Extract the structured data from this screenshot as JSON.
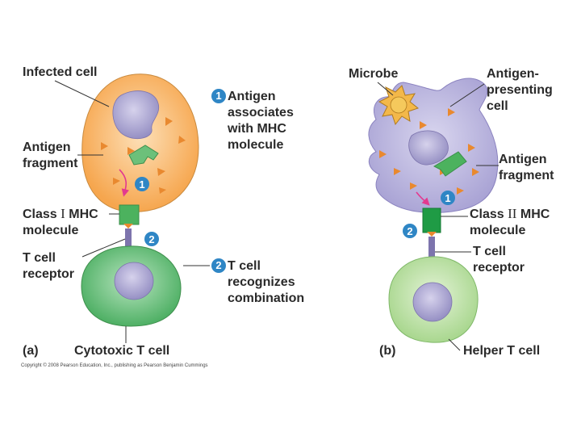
{
  "panel_a": {
    "letter": "(a)",
    "infected_cell": "Infected cell",
    "antigen_fragment": [
      "Antigen",
      "fragment"
    ],
    "class_mhc": {
      "prefix": "Class ",
      "roman": "I",
      "suffix": " MHC"
    },
    "molecule": "molecule",
    "t_cell_receptor": [
      "T cell",
      "receptor"
    ],
    "cytotoxic": "Cytotoxic T cell",
    "marker_1": "1",
    "marker_2": "2"
  },
  "steps": {
    "step1": {
      "number": "1",
      "lines": [
        "Antigen",
        "associates",
        "with MHC",
        "molecule"
      ]
    },
    "step2": {
      "number": "2",
      "lines": [
        "T cell",
        "recognizes",
        "combination"
      ]
    }
  },
  "panel_b": {
    "letter": "(b)",
    "microbe": "Microbe",
    "apc": [
      "Antigen-",
      "presenting",
      "cell"
    ],
    "antigen_fragment": [
      "Antigen",
      "fragment"
    ],
    "class_mhc": {
      "prefix": "Class ",
      "roman": "II",
      "suffix": " MHC"
    },
    "molecule": "molecule",
    "t_cell_receptor": [
      "T cell",
      "receptor"
    ],
    "helper": "Helper T cell",
    "marker_1": "1",
    "marker_2": "2"
  },
  "copyright": "Copyright © 2008 Pearson Education, Inc., publishing as Pearson Benjamin Cummings",
  "colors": {
    "infected_cell": "#f8b466",
    "antigen": "#e9892f",
    "mhc": "#4cb25e",
    "tcell": "#7bc78a",
    "helper_tcell": "#b9e0a3",
    "nucleus": "#a9a3cf",
    "apc": "#b7b2dc",
    "receptor": "#7d74ad",
    "arrow": "#e3398f",
    "marker": "#2f86c5"
  }
}
